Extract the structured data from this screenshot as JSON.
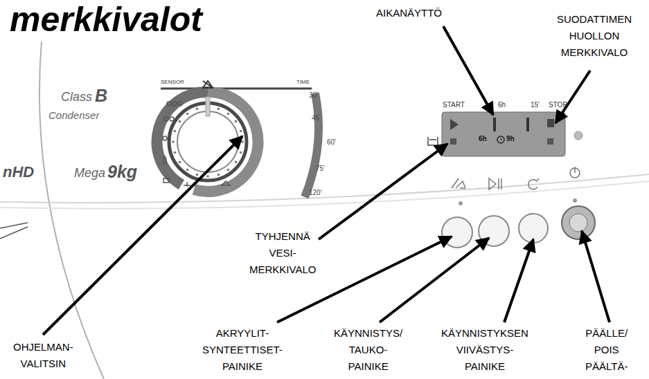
{
  "diagram": {
    "title": "merkkivalot",
    "labels": [
      "AIKANÄYTTÖ",
      "SUODATTIMEN HUOLLON MERKKIVALO",
      "Class",
      "B",
      "Condenser",
      "SENSOR",
      "TIME",
      "30'",
      "45'",
      "60'",
      "75'",
      "120'",
      "START",
      "6h",
      "15'",
      "STOP",
      "6h",
      "9h",
      "nHD",
      "Mega",
      "9kg",
      "TYHJENNÄ VESI- MERKKIVALO",
      "OHJELMAN- VALITSIN",
      "AKRYYLIT- SYNTEETTISET- PAINIKE",
      "KÄYNNISTYS/ TAUKO- PAINIKE",
      "KÄYNNISTYKSEN VIIVÄSTYS- PAINIKE",
      "PÄÄLLE/ POIS PÄÄLTÄ-"
    ]
  }
}
